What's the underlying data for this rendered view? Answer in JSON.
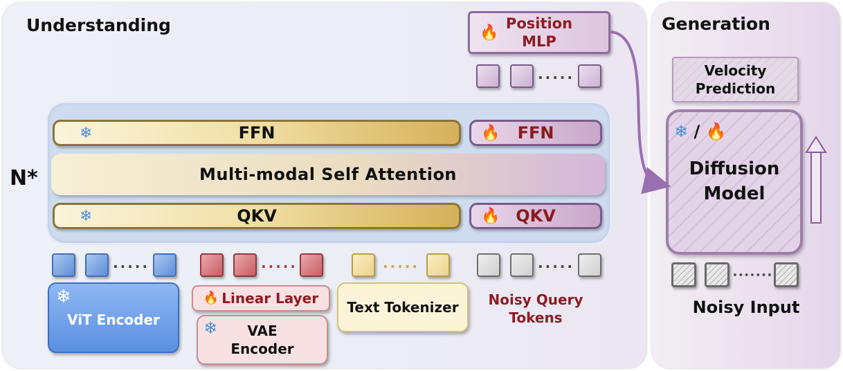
{
  "panels": {
    "understanding_title": "Understanding",
    "generation_title": "Generation"
  },
  "transformer": {
    "repeat_label": "N*",
    "ffn_frozen": "FFN",
    "ffn_trainable": "FFN",
    "attention": "Multi-modal Self Attention",
    "qkv_frozen": "QKV",
    "qkv_trainable": "QKV"
  },
  "position_mlp": {
    "line1": "Position",
    "line2": "MLP"
  },
  "encoders": {
    "vit": "ViT Encoder",
    "linear_layer": "Linear Layer",
    "vae_line1": "VAE",
    "vae_line2": "Encoder",
    "text_tokenizer": "Text Tokenizer",
    "noisy_query_line1": "Noisy Query",
    "noisy_query_line2": "Tokens"
  },
  "generation": {
    "velocity_line1": "Velocity",
    "velocity_line2": "Prediction",
    "diffusion_line1": "Diffusion",
    "diffusion_line2": "Model",
    "noisy_input": "Noisy Input",
    "mode_separator": "/"
  },
  "icons": {
    "frozen": "snowflake-icon",
    "trainable": "fire-icon",
    "frozen_glyph": "❄",
    "trainable_glyph": "🔥"
  },
  "colors": {
    "vision_tokens": "#5f8fd8",
    "vae_tokens": "#c95c62",
    "text_tokens": "#ecd28b",
    "query_tokens": "#cfcfcf",
    "generation_accent": "#9e7eaa",
    "trainable_text": "#8e1c24"
  }
}
